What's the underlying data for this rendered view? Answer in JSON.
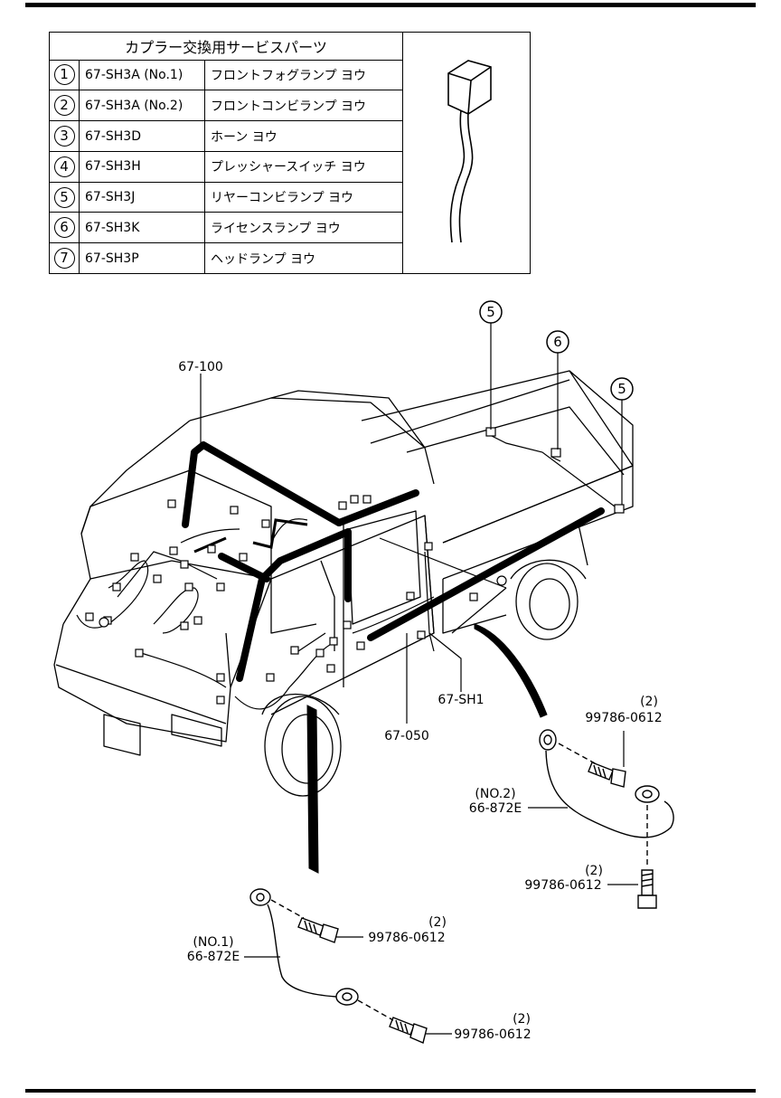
{
  "table": {
    "header": "カプラー交換用サービスパーツ",
    "rows": [
      {
        "num": "1",
        "code": "67-SH3A (No.1)",
        "desc": "フロントフォグランプ ヨウ"
      },
      {
        "num": "2",
        "code": "67-SH3A (No.2)",
        "desc": "フロントコンビランプ ヨウ"
      },
      {
        "num": "3",
        "code": "67-SH3D",
        "desc": "ホーン ヨウ"
      },
      {
        "num": "4",
        "code": "67-SH3H",
        "desc": "プレッシャースイッチ ヨウ"
      },
      {
        "num": "5",
        "code": "67-SH3J",
        "desc": "リヤーコンビランプ ヨウ"
      },
      {
        "num": "6",
        "code": "67-SH3K",
        "desc": "ライセンスランプ ヨウ"
      },
      {
        "num": "7",
        "code": "67-SH3P",
        "desc": "ヘッドランプ ヨウ"
      }
    ]
  },
  "callouts": {
    "c5a": "5",
    "c6": "6",
    "c5b": "5",
    "harness_main": "67-100",
    "harness_rear": "67-050",
    "sh1": "67-SH1",
    "qty1": "(2)",
    "bolt1": "99786-0612",
    "no2": "(NO.2)",
    "strap2": "66-872E",
    "qty2": "(2)",
    "bolt2": "99786-0612",
    "no1": "(NO.1)",
    "strap1": "66-872E",
    "qty3": "(2)",
    "bolt3": "99786-0612",
    "qty4": "(2)",
    "bolt4": "99786-0612"
  }
}
